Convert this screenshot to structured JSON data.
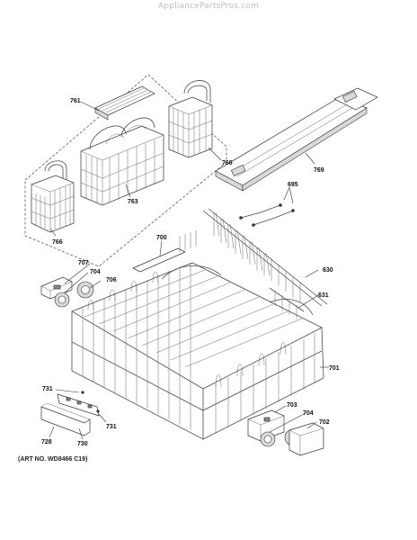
{
  "watermark": "AppliancePartsPros.com",
  "art_number": "(ART NO. WD8466 C19)",
  "callouts": {
    "761": "761",
    "766a": "766",
    "766b": "766",
    "763": "763",
    "769": "769",
    "695": "695",
    "700": "700",
    "707": "707",
    "704a": "704",
    "706": "706",
    "630": "630",
    "631": "631",
    "701": "701",
    "731a": "731",
    "731b": "731",
    "728": "728",
    "730": "730",
    "703": "703",
    "704b": "704",
    "702": "702"
  }
}
